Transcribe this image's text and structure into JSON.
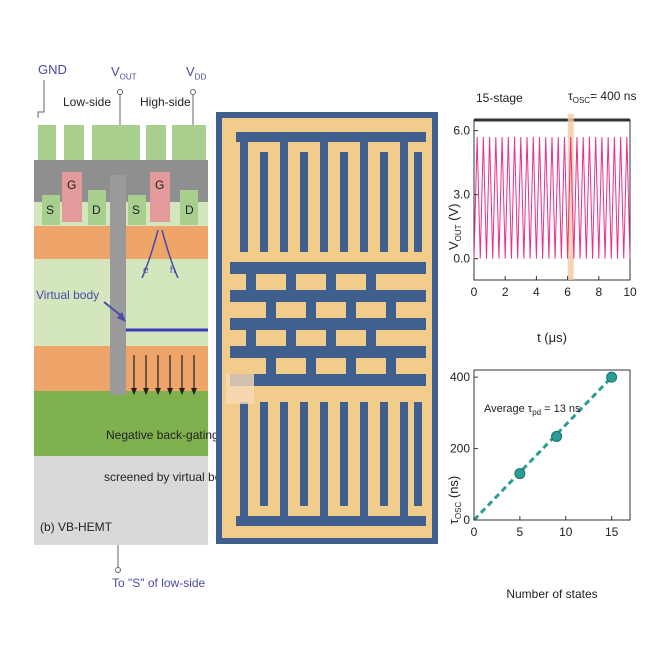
{
  "left_panel": {
    "gnd": "GND",
    "vout": "V",
    "vout_sub": "OUT",
    "vdd": "V",
    "vdd_sub": "DD",
    "low_side": "Low-side",
    "high_side": "High-side",
    "terminals": [
      "S",
      "G",
      "D",
      "S",
      "G",
      "D"
    ],
    "virtual_body": "Virtual body",
    "carriers": [
      "e",
      "h"
    ],
    "note_line1": "Negative back-gating is",
    "note_line2": "screened by virtual body",
    "panel_label": "(b) VB-HEMT",
    "footer": "To \"S\" of low-side"
  },
  "colors": {
    "metal": "#a9cf8e",
    "dielectric": "#8f8f8f",
    "gate": "#e49a9a",
    "orange": "#efa56a",
    "light_green": "#d4e6bd",
    "green": "#7fb24f",
    "substrate": "#d9d9d9",
    "blue_label": "#4a4aa8",
    "trace": "#e8308f",
    "teal": "#2a9d95",
    "chip_bg": "#f1cc8a",
    "chip_trace": "#3f5f8e"
  },
  "chart_top": {
    "stage_label": "15-stage",
    "tosc_label": "τ",
    "tosc_sub": "OSC",
    "tosc_value": "= 400 ns",
    "ylabel": "V",
    "ylabel_sub": "OUT",
    "ylabel_unit": " (V)",
    "xlabel": "t (μs)"
  },
  "chart_bottom": {
    "annotation": "Average τ",
    "annotation_sub": "pd",
    "annotation_value": " = 13 ns",
    "ylabel": "τ",
    "ylabel_sub": "OSC",
    "ylabel_unit": " (ns)",
    "xlabel": "Number of states"
  },
  "chart_data": [
    {
      "type": "line",
      "title": "",
      "xlabel": "t (μs)",
      "ylabel": "VOUT (V)",
      "xlim": [
        0,
        10
      ],
      "ylim": [
        -1,
        6.5
      ],
      "xticks": [
        0,
        2,
        4,
        6,
        8,
        10
      ],
      "yticks": [
        0.0,
        3.0,
        6.0
      ],
      "period_us": 0.4,
      "v_min": 0.0,
      "v_max": 5.7,
      "grid": false,
      "highlight_x": 6.2
    },
    {
      "type": "scatter",
      "title": "",
      "xlabel": "Number of states",
      "ylabel": "τOSC (ns)",
      "xlim": [
        0,
        17
      ],
      "ylim": [
        0,
        420
      ],
      "xticks": [
        0,
        5,
        10,
        15
      ],
      "yticks": [
        0,
        200,
        400
      ],
      "x": [
        5,
        9,
        15
      ],
      "y": [
        130,
        234,
        400
      ],
      "fit": {
        "x": [
          0,
          15
        ],
        "y": [
          0,
          400
        ]
      },
      "grid": false
    }
  ]
}
